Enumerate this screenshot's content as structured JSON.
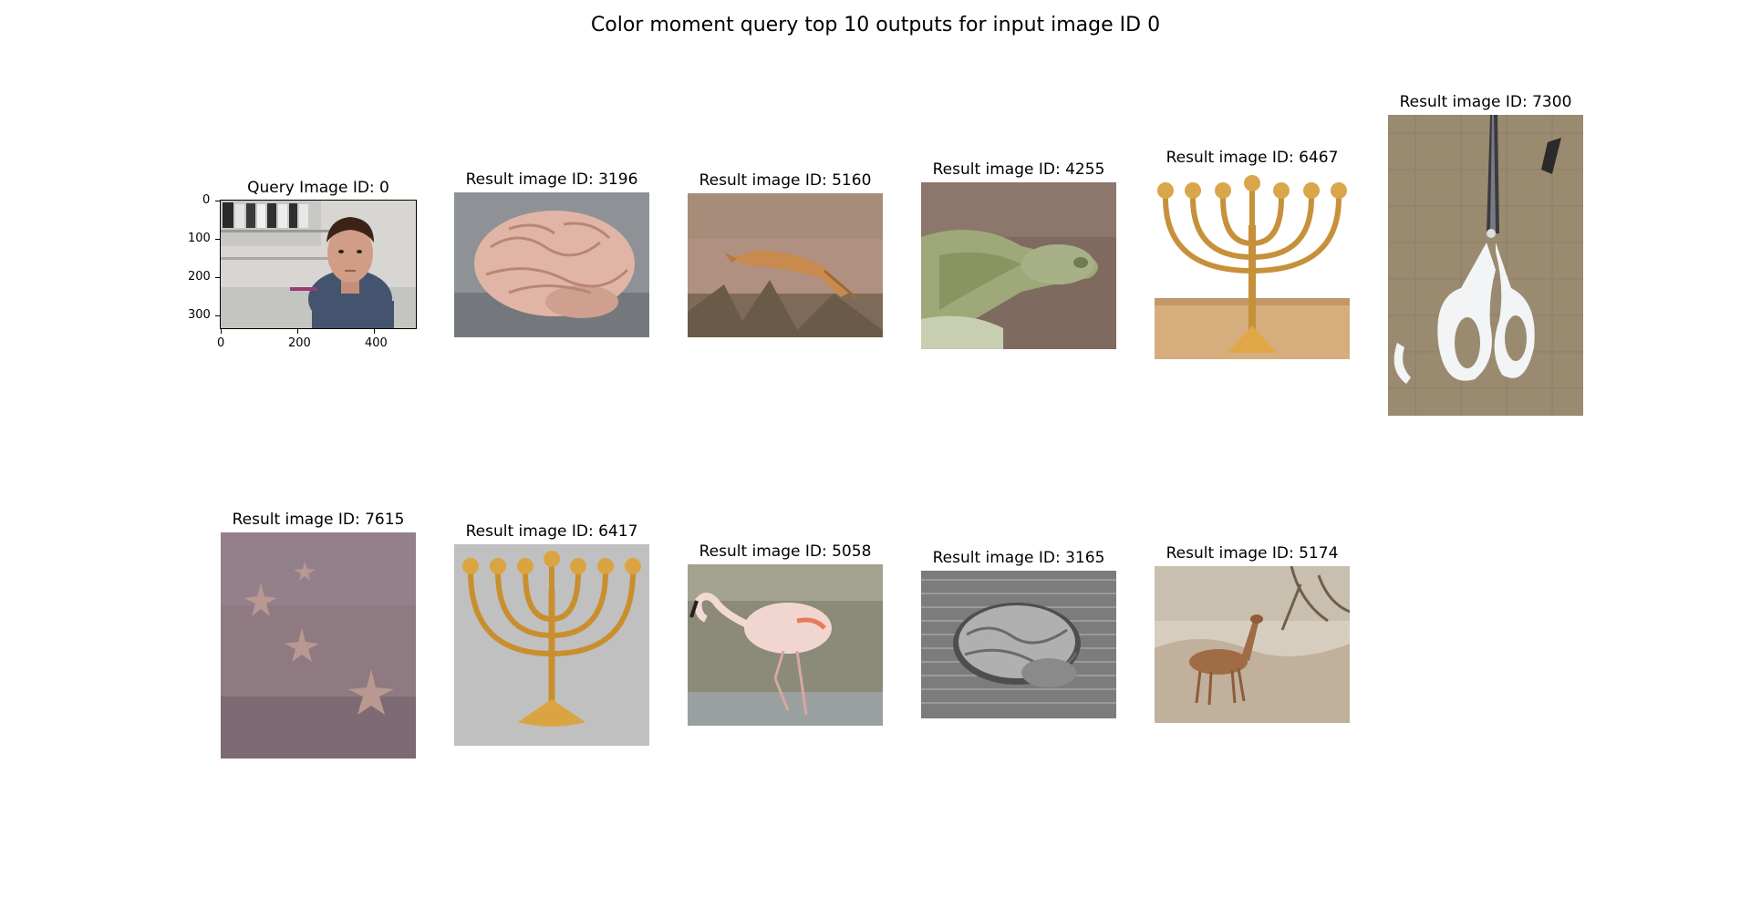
{
  "figure": {
    "title": "Color moment query top 10 outputs for input image ID 0"
  },
  "query": {
    "title": "Query Image ID: 0",
    "y_ticks": [
      "0",
      "100",
      "200",
      "300"
    ],
    "x_ticks": [
      "0",
      "200",
      "400"
    ],
    "image": "man-portrait-photo"
  },
  "results": [
    {
      "title": "Result image ID: 3196",
      "image": "brain-photo"
    },
    {
      "title": "Result image ID: 5160",
      "image": "gazelle-leaping-photo"
    },
    {
      "title": "Result image ID: 4255",
      "image": "crocodile-head-photo"
    },
    {
      "title": "Result image ID: 6467",
      "image": "menorah-desert-photo"
    },
    {
      "title": "Result image ID: 7300",
      "image": "scissors-photo"
    },
    {
      "title": "Result image ID: 7615",
      "image": "starfish-sand-photo"
    },
    {
      "title": "Result image ID: 6417",
      "image": "menorah-gray-photo"
    },
    {
      "title": "Result image ID: 5058",
      "image": "flamingo-photo"
    },
    {
      "title": "Result image ID: 3165",
      "image": "brain-binary-photo"
    },
    {
      "title": "Result image ID: 5174",
      "image": "gerenuk-photo"
    }
  ]
}
